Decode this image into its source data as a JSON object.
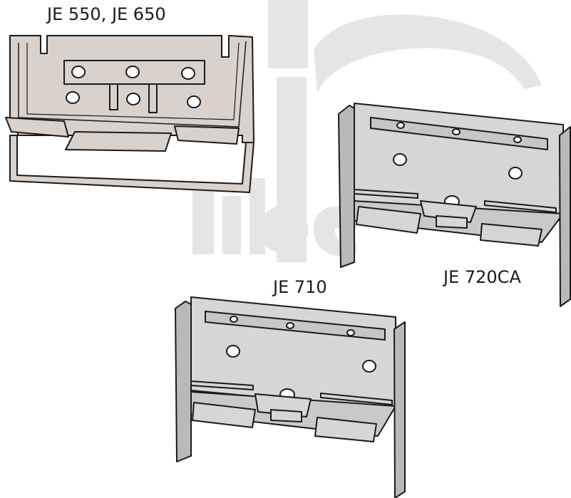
{
  "labels": {
    "je_550_650": "JE 550, JE 650",
    "je_710": "JE 710",
    "je_720ca": "JE 720CA"
  },
  "colors": {
    "stroke": "#1a1a1a",
    "plate_550": "#d9d1cb",
    "plate_steel": "#d6d6d6",
    "plate_steel_dark": "#b9b9b9",
    "watermark": "#e5e5e5"
  }
}
